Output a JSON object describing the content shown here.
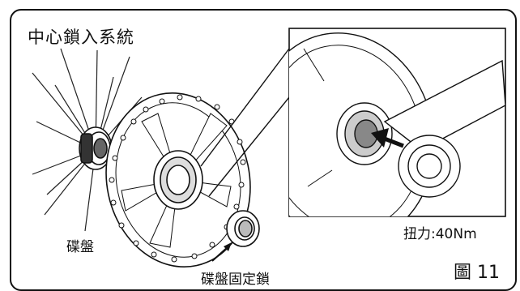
{
  "diagram": {
    "title": "中心鎖入系統",
    "labels": {
      "disc": "碟盤",
      "lockring": "碟盤固定鎖",
      "torque": "扭力:40Nm"
    },
    "figure_number": "圖 11"
  },
  "colors": {
    "ink": "#111111",
    "background": "#ffffff"
  },
  "icons": [
    "arrow-icon",
    "lockring-tool-icon"
  ]
}
